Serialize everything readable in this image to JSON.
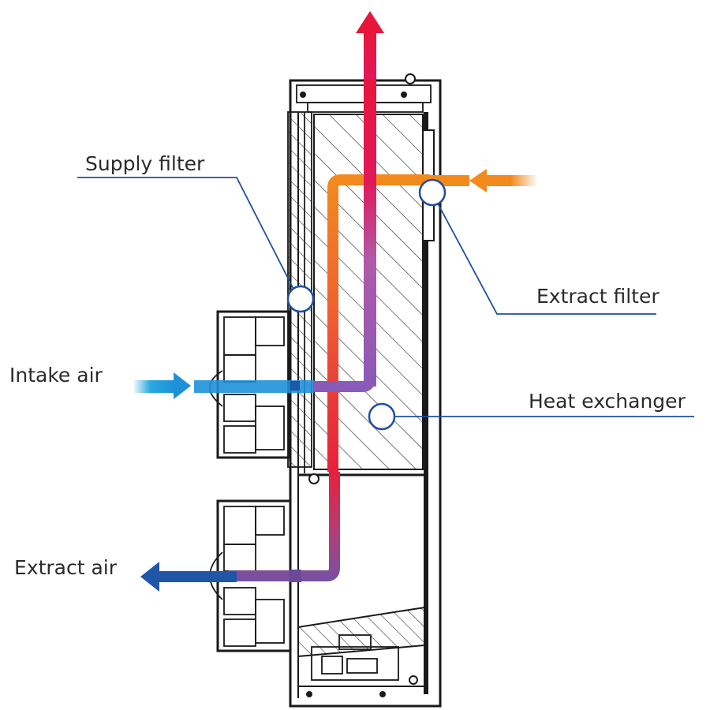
{
  "labels": {
    "supply_filter": "Supply filter",
    "extract_filter": "Extract filter",
    "intake_air": "Intake air",
    "heat_exchanger": "Heat exchanger",
    "extract_air": "Extract air"
  },
  "colors": {
    "leader_line": "#1f4fa0",
    "intake_air": "#29a8e0",
    "extract_air": "#1f56a8",
    "exhaust_air": "#e8163a",
    "supply_air": "#f28a1e",
    "housing": "#1a1a1a"
  },
  "icons": [
    "arrow-up-red",
    "arrow-left-orange",
    "arrow-right-blue",
    "arrow-left-darkblue"
  ]
}
